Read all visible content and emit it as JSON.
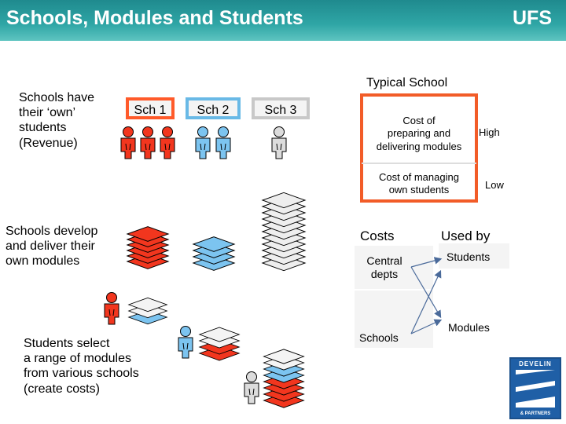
{
  "header": {
    "title": "Schools, Modules and Students",
    "brand": "UFS"
  },
  "left": {
    "students_text": "Schools have\ntheir ‘own’\nstudents\n(Revenue)",
    "modules_text": "Schools develop\nand deliver their\nown modules",
    "select_text": "Students select\na range of modules\nfrom various schools\n(create costs)"
  },
  "schools": {
    "sch1": "Sch 1",
    "sch2": "Sch 2",
    "sch3": "Sch 3"
  },
  "typical": {
    "title": "Typical School",
    "cost_deliver": "Cost of\npreparing and\ndelivering modules",
    "high": "High",
    "cost_manage": "Cost of  managing\nown students",
    "low": "Low"
  },
  "matrix": {
    "costs": "Costs",
    "used_by": "Used by",
    "central": "Central\ndepts",
    "schools": "Schools",
    "students": "Students",
    "modules": "Modules"
  },
  "logo": {
    "top": "DEVELIN",
    "bottom": "& PARTNERS"
  },
  "colors": {
    "red": "#f2361e",
    "blue": "#7cc4f0",
    "grey": "#d4d4d4",
    "teal": "#2fa6a6",
    "logo": "#1f5fa6"
  },
  "icons": {
    "person": "person-icon",
    "module": "module-sheet-icon",
    "arrow": "arrow-icon"
  }
}
